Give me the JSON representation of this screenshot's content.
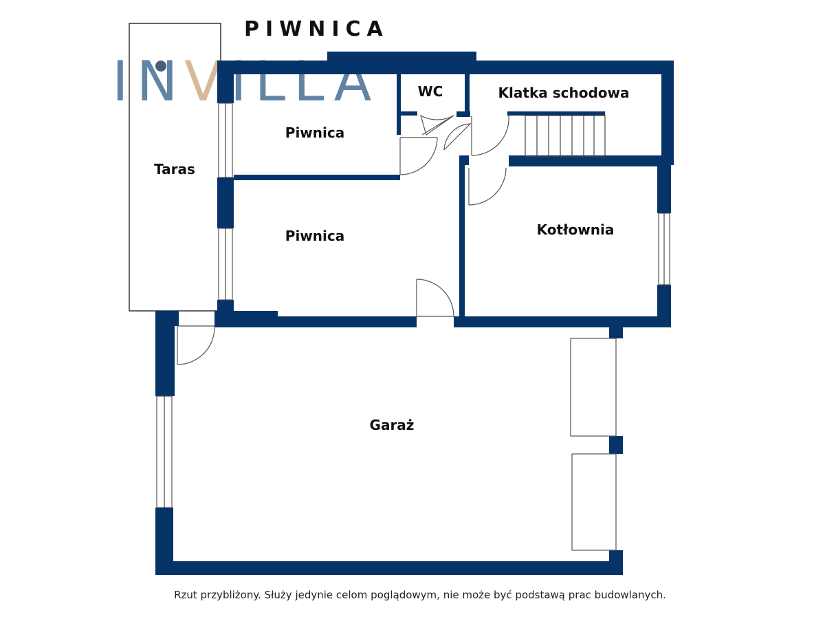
{
  "title": "PIWNICA",
  "logo": {
    "text_left": "IN",
    "text_v": "V",
    "text_right": "ILLA",
    "color_main": "#2e5c86",
    "color_accent": "#c8a27a"
  },
  "rooms": {
    "taras": "Taras",
    "piwnica_top": "Piwnica",
    "wc": "WC",
    "klatka": "Klatka schodowa",
    "piwnica_mid": "Piwnica",
    "kotlownia": "Kotłownia",
    "garaz": "Garaż"
  },
  "footer_note": "Rzut przybliżony. Służy jedynie celom poglądowym, nie może być podstawą prac budowlanych.",
  "colors": {
    "wall": "#063468"
  }
}
